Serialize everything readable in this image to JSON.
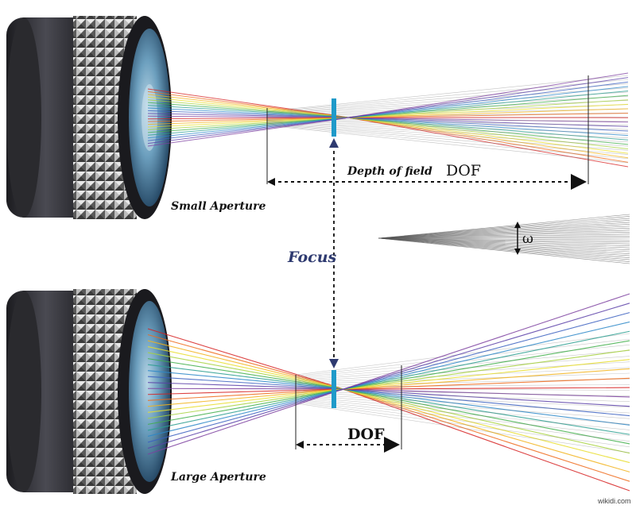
{
  "labels": {
    "small_aperture": "Small Aperture",
    "large_aperture": "Large Aperture",
    "depth_of_field": "Depth of field",
    "dof_top": "DOF",
    "dof_bottom": "DOF",
    "focus": "Focus",
    "omega": "ω",
    "watermark": "wikidi.com"
  },
  "colors": {
    "background": "#ffffff",
    "lens_barrel": "#2b2b2f",
    "lens_glass": "#5a8fb0",
    "focus_plane": "#1f9ac9",
    "focus_text": "#2e3a70",
    "grey_rays": "#777777",
    "spectrum": [
      "#d62020",
      "#ee6a1a",
      "#f2b31b",
      "#e8dd2a",
      "#a6d13c",
      "#3fae49",
      "#2a9d8f",
      "#2b87c8",
      "#3a5fbf",
      "#5b3fa8",
      "#7d3fa0"
    ]
  },
  "icons": {
    "lens": "camera-lens-icon",
    "arrow": "double-arrow-icon"
  }
}
